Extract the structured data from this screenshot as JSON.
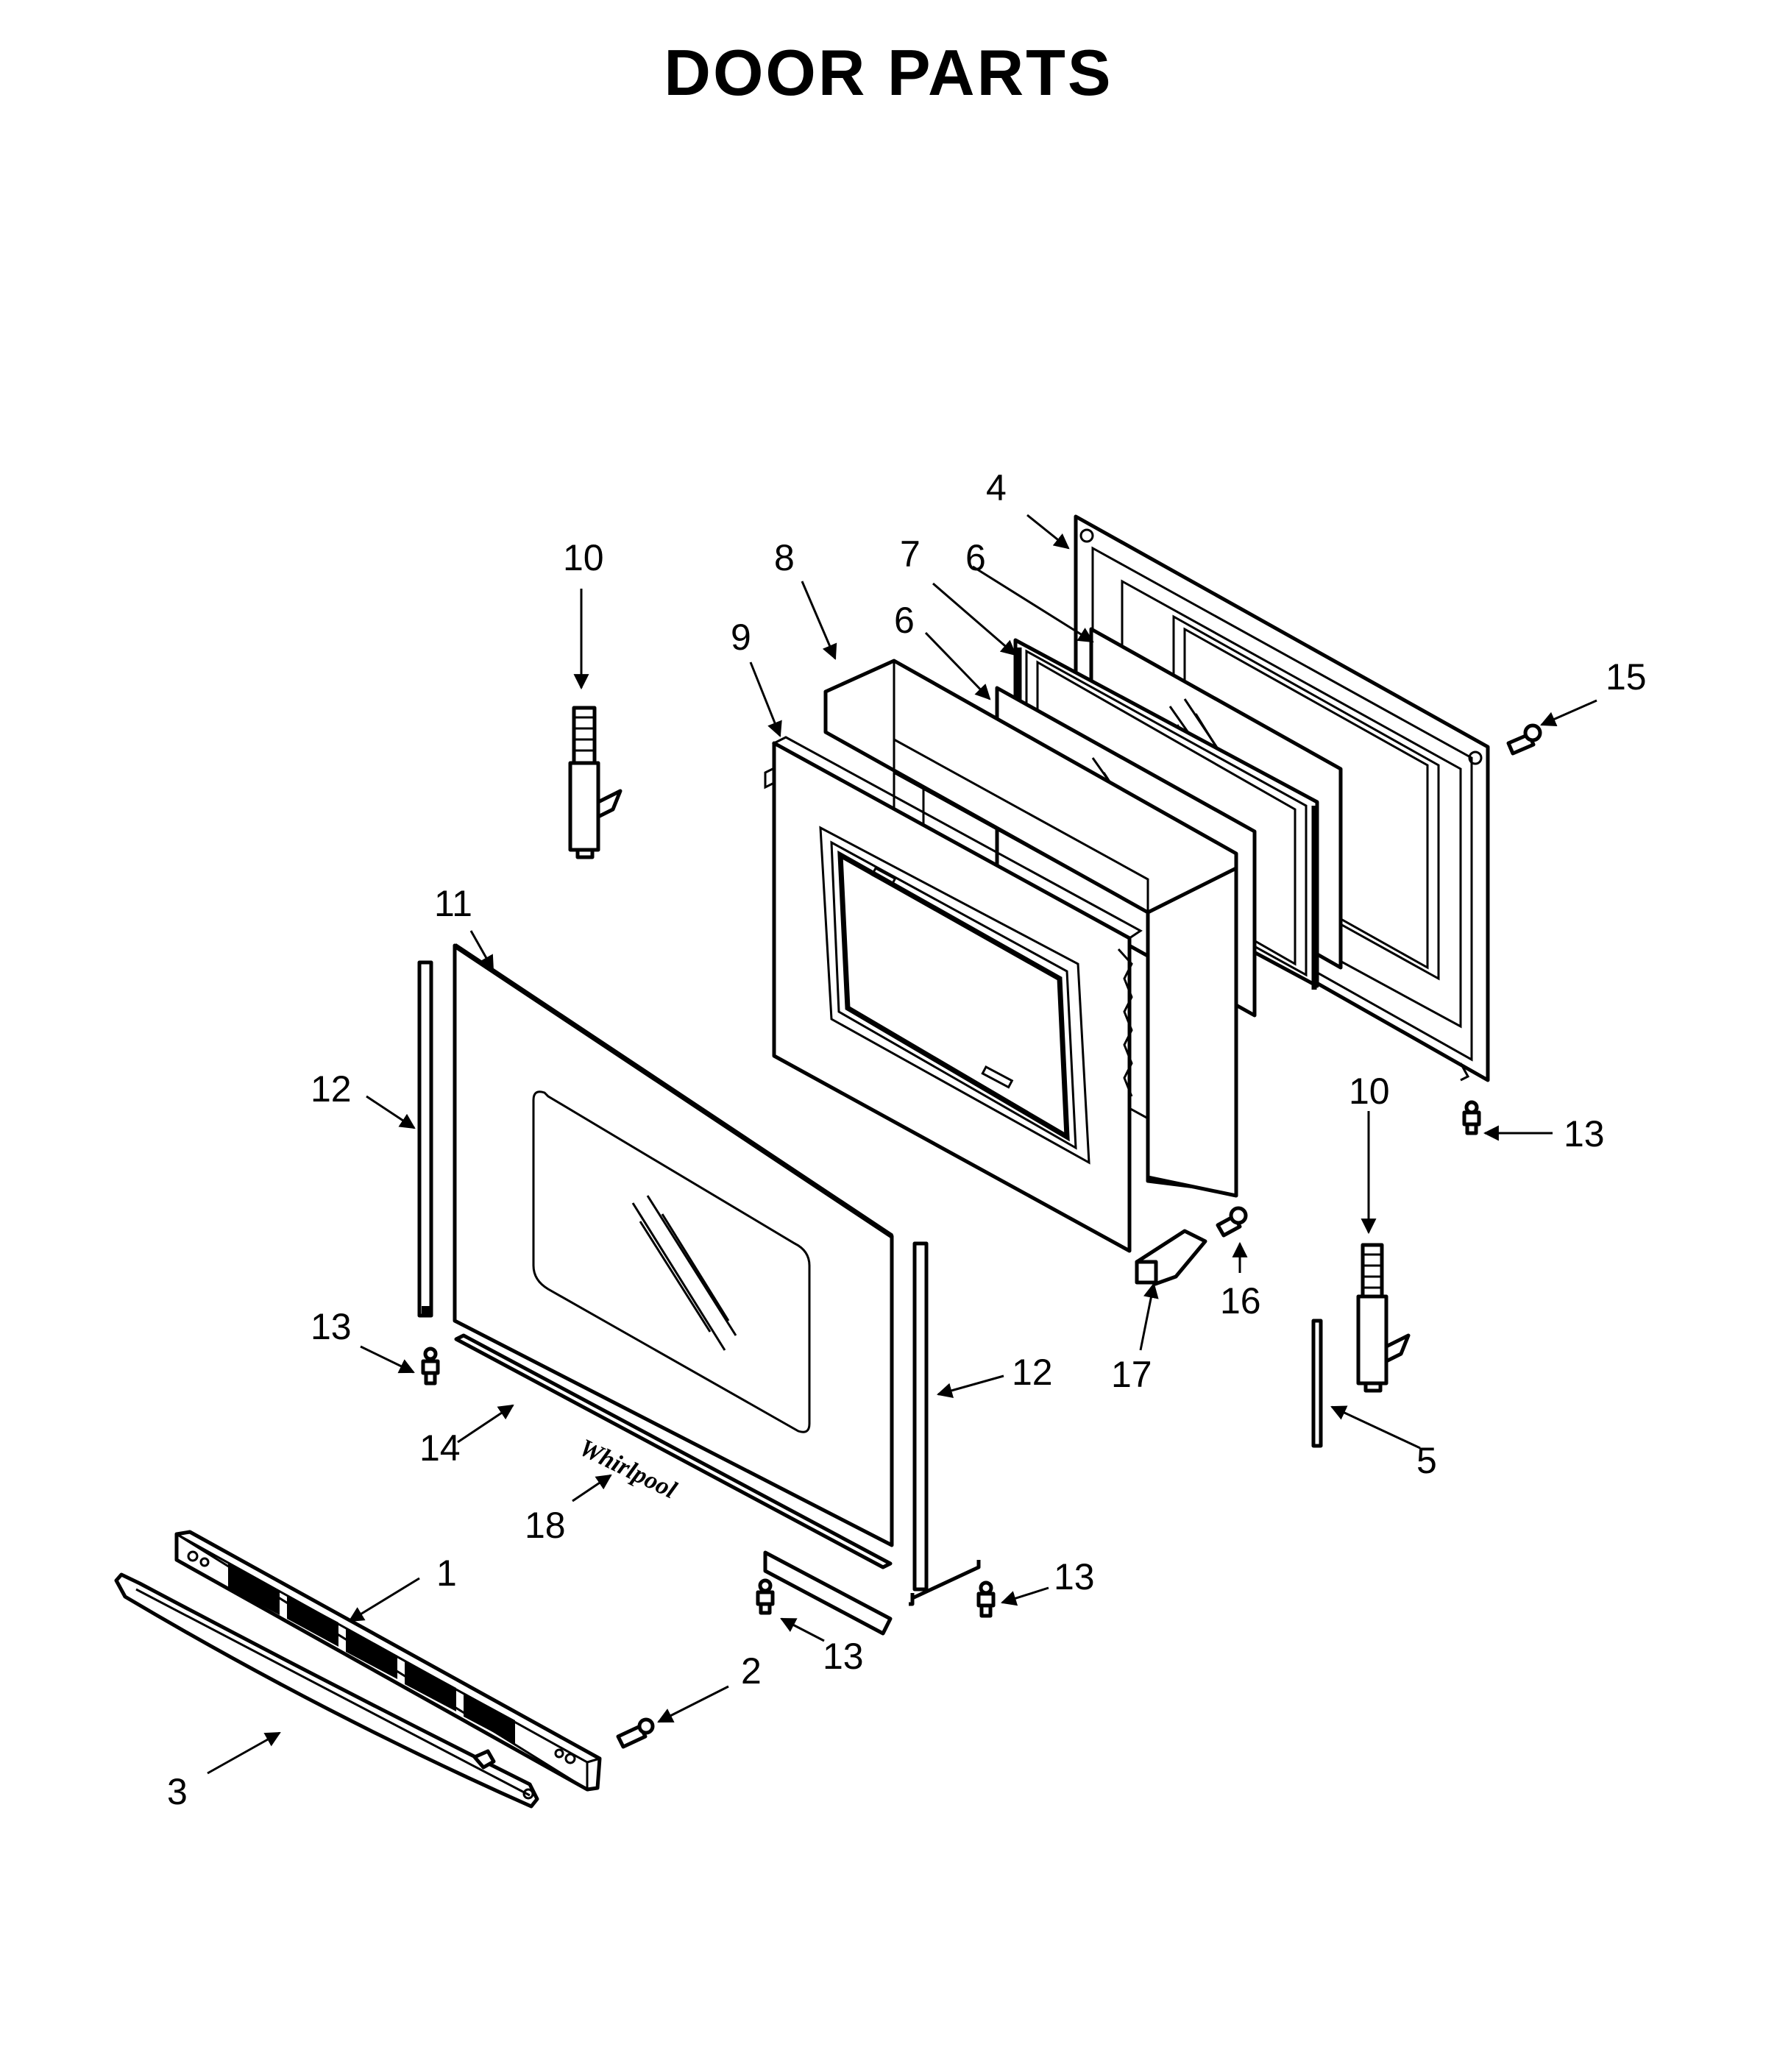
{
  "title": "DOOR PARTS",
  "logo_text": "Whirlpool",
  "callouts": {
    "c1": "1",
    "c2": "2",
    "c3": "3",
    "c4": "4",
    "c5": "5",
    "c6a": "6",
    "c6b": "6",
    "c7": "7",
    "c8": "8",
    "c9": "9",
    "c10a": "10",
    "c10b": "10",
    "c11": "11",
    "c12a": "12",
    "c12b": "12",
    "c13a": "13",
    "c13b": "13",
    "c13c": "13",
    "c13d": "13",
    "c14": "14",
    "c15": "15",
    "c16": "16",
    "c17": "17",
    "c18": "18"
  }
}
